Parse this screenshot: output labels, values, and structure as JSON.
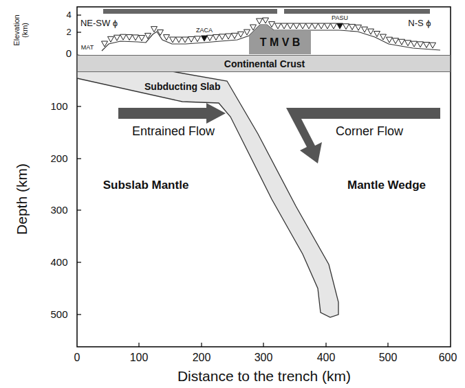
{
  "diagram": {
    "nodes": [
      {
        "text": [
          "T M V B"
        ]
      },
      {
        "text": [
          "Continental Crust"
        ]
      },
      {
        "text": [
          "Subducting Slab"
        ]
      }
    ],
    "labels": [
      "Elevation (km)",
      "4",
      "2",
      "0",
      "100",
      "200",
      "300",
      "400",
      "500",
      "0",
      "100",
      "200",
      "300",
      "400",
      "500",
      "600",
      "Distance to the trench (km)",
      "Depth (km)",
      "NE-SW ϕ",
      "N-S ϕ",
      "MAT",
      "ZACA",
      "PASU",
      "Entrained Flow",
      "Corner Flow",
      "Subslab Mantle",
      "Mantle Wedge"
    ]
  }
}
